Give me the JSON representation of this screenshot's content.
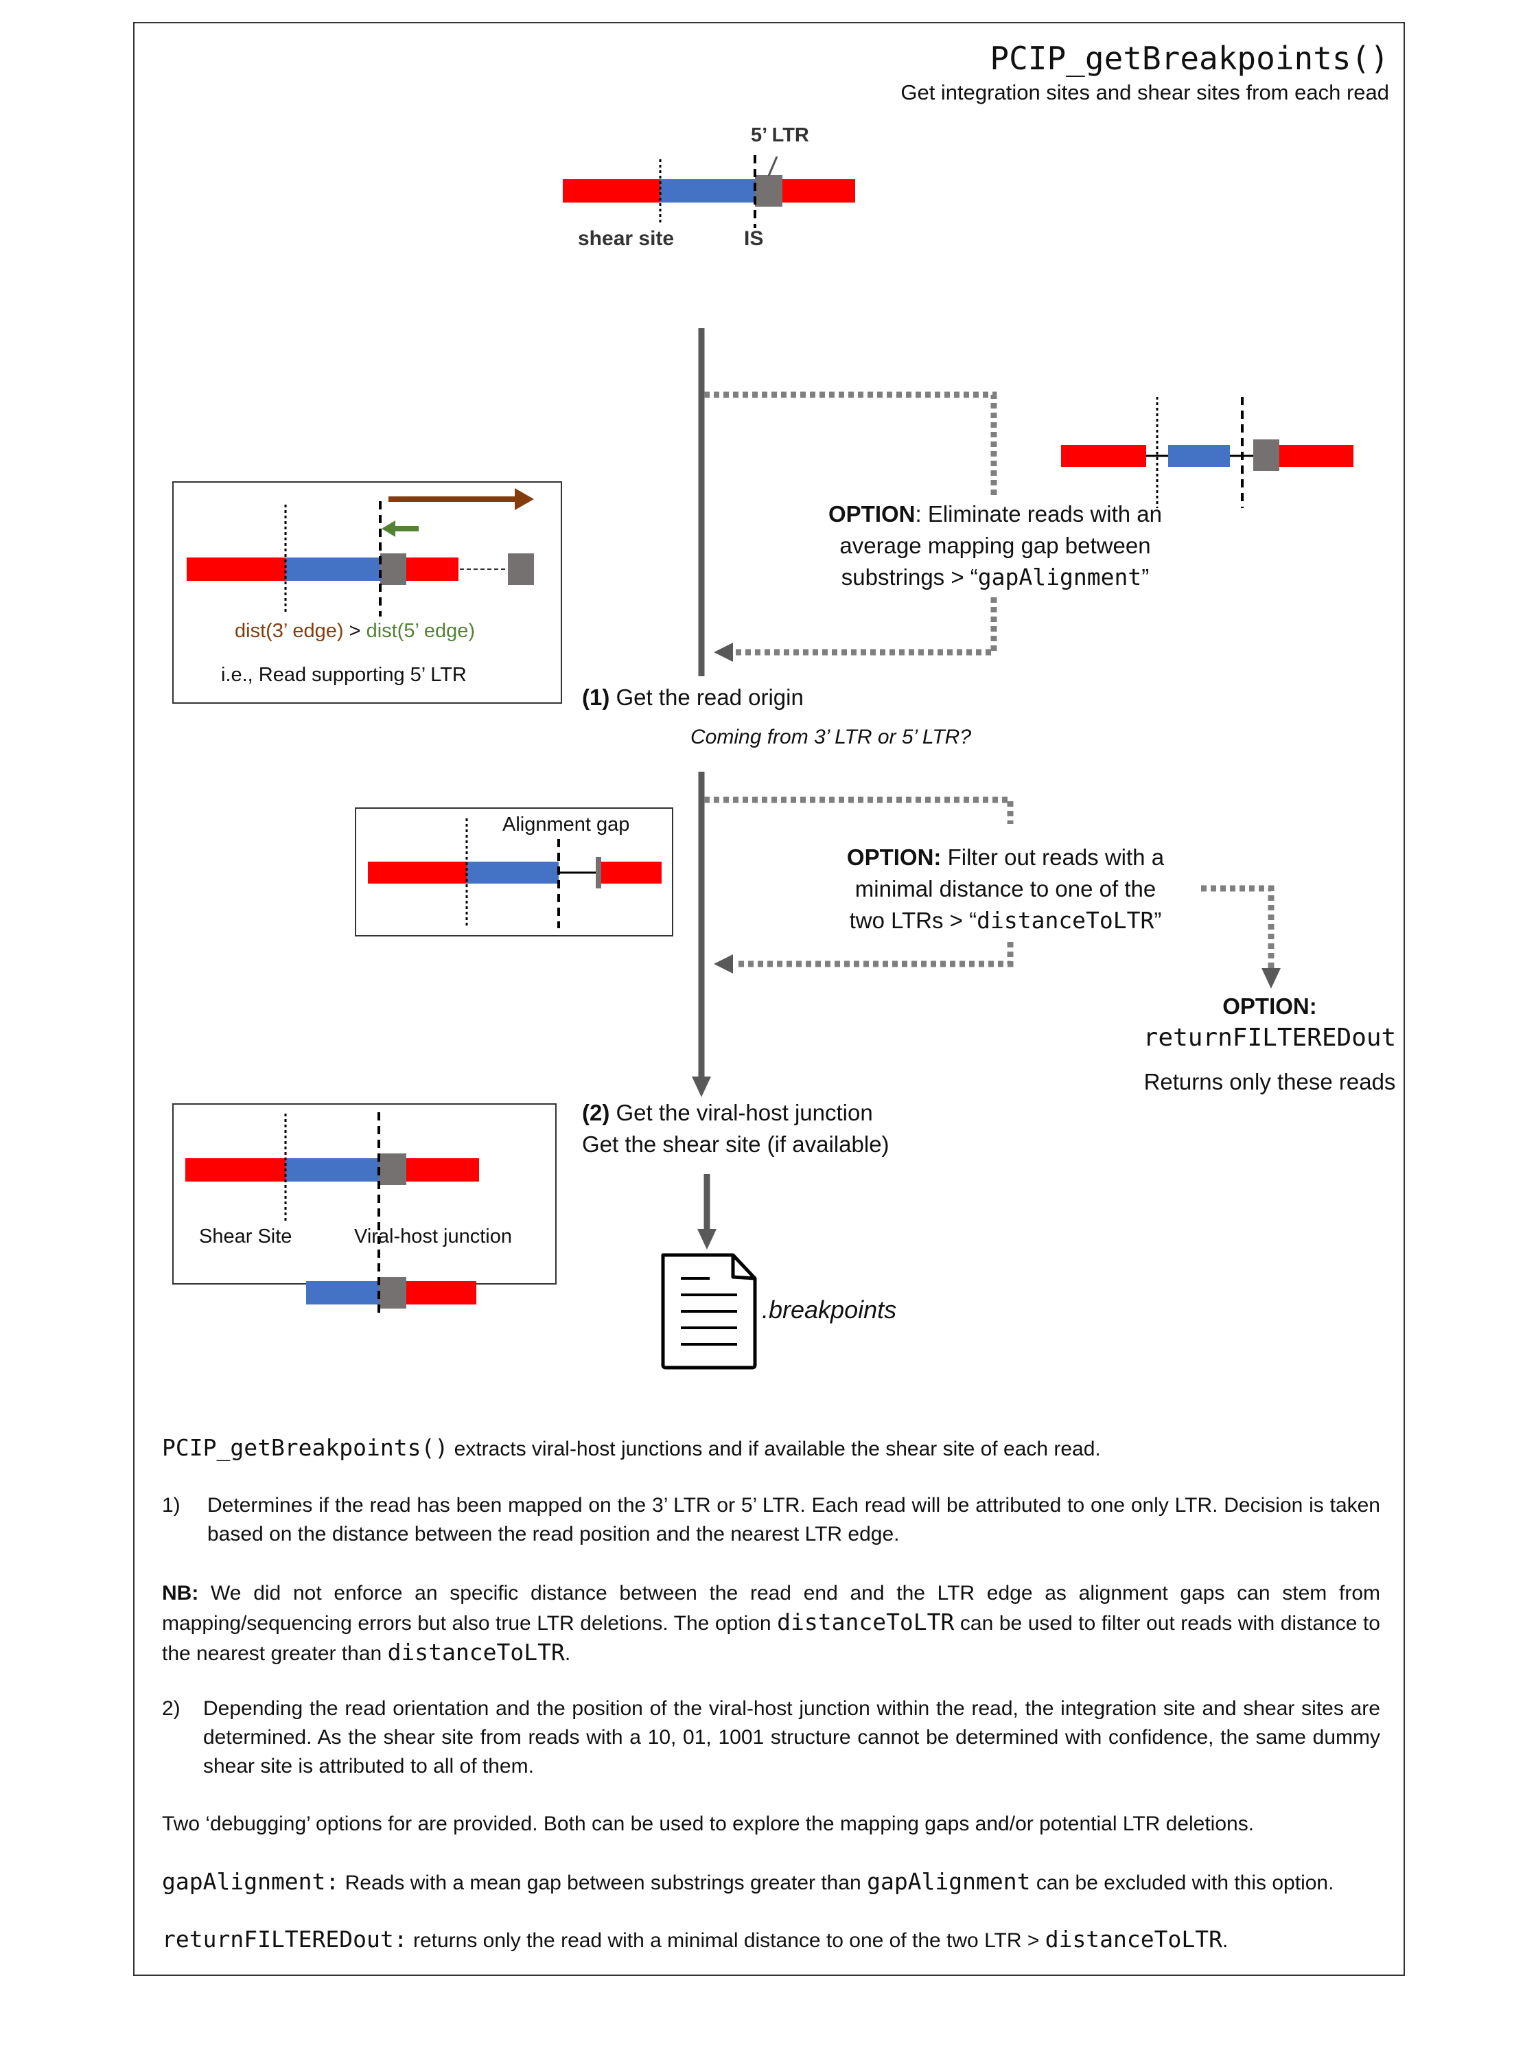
{
  "title": "PCIP_getBreakpoints()",
  "subtitle": "Get integration sites and shear sites from each read",
  "colors": {
    "host_segment": "#ff0000",
    "viral_segment": "#4472c4",
    "ltr_box": "#767171",
    "flow_line": "#595959",
    "arrow_3prime": "#843c0c",
    "arrow_5prime": "#548235"
  },
  "top_diagram": {
    "ltr_label": "5’ LTR",
    "shear_label": "shear site",
    "is_label": "IS"
  },
  "option_gap": {
    "prefix": "OPTION",
    "text_line1": ": Eliminate reads with an",
    "text_line2": "average mapping gap between",
    "text_line3": "substrings > “",
    "code": "gapAlignment",
    "suffix": "”"
  },
  "left_box_read": {
    "edge3_label": "dist(3’ edge)",
    "gt": " > ",
    "edge5_label": "dist(5’ edge)",
    "caption": "i.e., Read supporting 5’ LTR"
  },
  "step1": {
    "number": "(1)",
    "label": " Get the read origin",
    "question": "Coming from 3’ LTR or 5’ LTR?"
  },
  "left_box_gap": {
    "label": "Alignment gap"
  },
  "option_distance": {
    "prefix": "OPTION:",
    "text_line1": " Filter out reads with a",
    "text_line2": "minimal distance to one of the",
    "text_line3": "two LTRs >  “",
    "code": "distanceToLTR",
    "suffix": "”"
  },
  "option_filtered": {
    "prefix": "OPTION:",
    "code": "returnFILTEREDout",
    "text": "Returns only these reads"
  },
  "step2": {
    "number": "(2)",
    "label": " Get the viral-host junction",
    "line2": "Get the shear site (if available)"
  },
  "left_box_junction": {
    "shear_label": "Shear Site",
    "junction_label": "Viral-host junction"
  },
  "output_file": {
    "label": ".breakpoints",
    "icon": "document-icon"
  },
  "description": {
    "intro_code": "PCIP_getBreakpoints()",
    "intro_text": " extracts viral-host junctions and if available the shear site of each read.",
    "item1_number": "1)",
    "item1_text": "Determines if the read has been mapped on the 3’ LTR or 5’ LTR. Each read will be attributed to one only LTR. Decision is taken based on the distance between the read position and the nearest LTR edge.",
    "nb_label": "NB:",
    "nb_text1": " We did not enforce an specific distance between the read end and the LTR edge as alignment gaps can stem from mapping/sequencing errors but also true LTR deletions. The option ",
    "nb_code1": "distanceToLTR",
    "nb_text2": " can be used to filter out reads with distance to the nearest greater than ",
    "nb_code2": "distanceToLTR",
    "nb_text3": ".",
    "item2_number": "2)",
    "item2_text": "Depending the read orientation and the position of the viral-host junction within the read, the integration site and shear sites are determined. As the shear site from reads with a 10, 01, 1001 structure cannot be determined with confidence, the same dummy shear site is attributed to all of them.",
    "debug_text": "Two ‘debugging’ options for are provided. Both can be used to explore the mapping gaps and/or potential LTR deletions.",
    "gap_code": "gapAlignment:",
    "gap_text1": " Reads with a mean gap between substrings greater than ",
    "gap_code2": "gapAlignment",
    "gap_text2": " can be excluded with this option.",
    "ret_code": "returnFILTEREDout:",
    "ret_text": " returns only the read with a minimal distance to one of the two LTR > ",
    "ret_code2": "distanceToLTR",
    "ret_text2": "."
  }
}
